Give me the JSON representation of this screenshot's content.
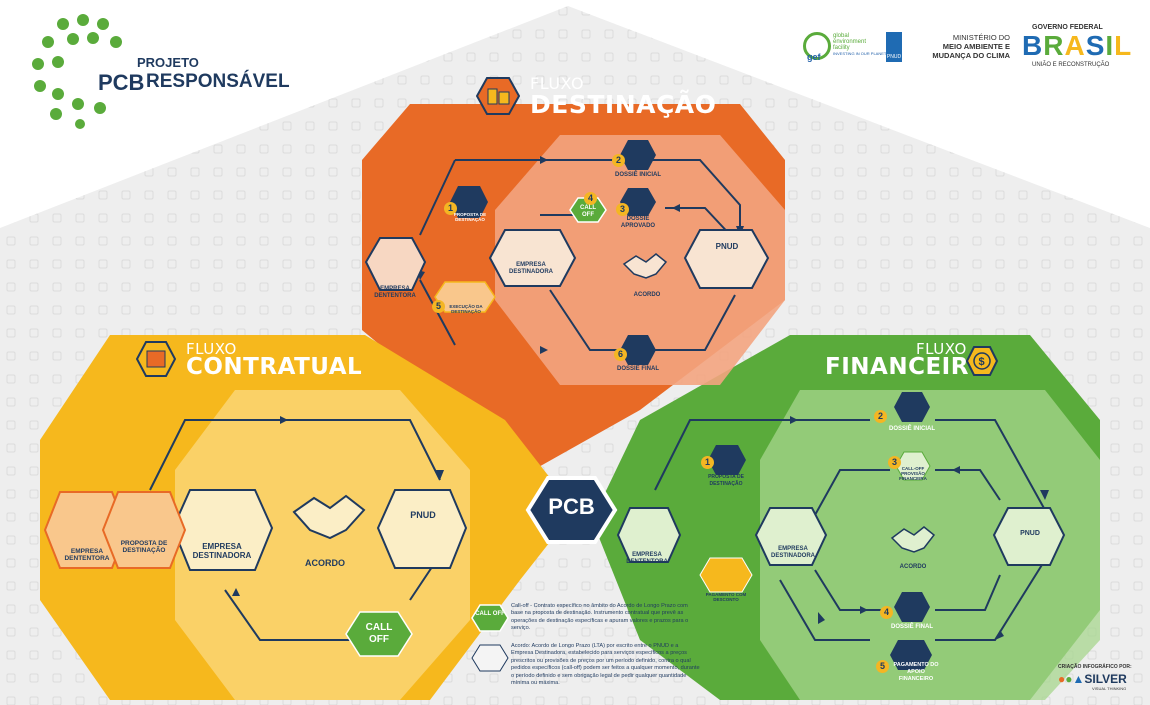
{
  "header": {
    "logo_small": "PROJETO",
    "logo_pcb": "PCB",
    "logo_big": "RESPONSÁVEL",
    "partners": {
      "gef_lines": [
        "global",
        "environment",
        "facility"
      ],
      "gef_sub": "INVESTING IN OUR PLANET",
      "gef": "gef",
      "pnud": "PNUD",
      "ministry": [
        "MINISTÉRIO DO",
        "MEIO AMBIENTE E",
        "MUDANÇA DO CLIMA"
      ],
      "gov_top": "GOVERNO FEDERAL",
      "gov_brasil": "BRASIL",
      "gov_sub": "UNIÃO E RECONSTRUÇÃO"
    }
  },
  "center": {
    "label": "PCB"
  },
  "destinacao": {
    "title_small": "FLUXO",
    "title_big": "DESTINAÇÃO",
    "nodes": {
      "proposta": "PROPOSTA DE DESTINAÇÃO",
      "dossie_inicial": "DOSSIÊ INICIAL",
      "dossie_aprovado": "DOSSIÊ APROVADO",
      "calloff": "CALL OFF",
      "empresa_destinadora": "EMPRESA DESTINADORA",
      "pnud": "PNUD",
      "acordo": "ACORDO",
      "empresa_detentora": "EMPRESA DENTENTORA",
      "execucao": "EXECUÇÃO DA DESTINAÇÃO",
      "dossie_final": "DOSSIÊ FINAL"
    },
    "numbers": [
      "1",
      "2",
      "3",
      "4",
      "5",
      "6"
    ]
  },
  "contratual": {
    "title_small": "FLUXO",
    "title_big": "CONTRATUAL",
    "nodes": {
      "empresa_detentora": "EMPRESA DENTENTORA",
      "proposta": "PROPOSTA DE DESTINAÇÃO",
      "empresa_destinadora": "EMPRESA DESTINADORA",
      "acordo": "ACORDO",
      "pnud": "PNUD",
      "calloff": "CALL OFF"
    }
  },
  "financeiro": {
    "title_small": "FLUXO",
    "title_big": "FINANCEIRO",
    "nodes": {
      "dossie_inicial": "DOSSIÊ INICIAL",
      "proposta": "PROPOSTA DE DESTINAÇÃO",
      "calloff_provisao": "CALL-OFF PROVISÃO FINANCEIRA",
      "empresa_detentora": "EMPRESA DENTENTORA",
      "empresa_destinadora": "EMPRESA DESTINADORA",
      "acordo": "ACORDO",
      "pnud": "PNUD",
      "pagamento_desconto": "PAGAMENTO COM DESCONTO",
      "dossie_final": "DOSSIÊ FINAL",
      "pagamento_apoio": "PAGAMENTO DO APOIO FINANCEIRO"
    },
    "numbers": [
      "1",
      "2",
      "3",
      "4",
      "5"
    ]
  },
  "legend": {
    "calloff_badge": "CALL OFF",
    "calloff_text": "Call-off - Contrato específico no âmbito do Acordo de Longo Prazo com base na proposta de destinação. Instrumento contratual que prevê as operações de destinação específicas e apuram valores e prazos para o serviço.",
    "acordo_text": "Acordo: Acordo de Longo Prazo (LTA) por escrito entre o PNUD e a Empresa Destinadora, estabelecido para serviços específicos a preços prescritos ou provisões de preços por um período definido, contra o qual pedidos específicos (call-off) podem ser feitos a qualquer momento, durante o período definido e sem obrigação legal de pedir qualquer quantidade mínima ou máxima."
  },
  "credit": {
    "line1": "CRIAÇÃO INFOGRÁFICO POR:",
    "brand": "SILVER",
    "sub": "VISUAL THINKING"
  },
  "colors": {
    "orange": "#e86a26",
    "yellow": "#f6b81d",
    "green": "#5aab3b",
    "navy": "#1f3a5f",
    "gold": "#f4b623"
  }
}
